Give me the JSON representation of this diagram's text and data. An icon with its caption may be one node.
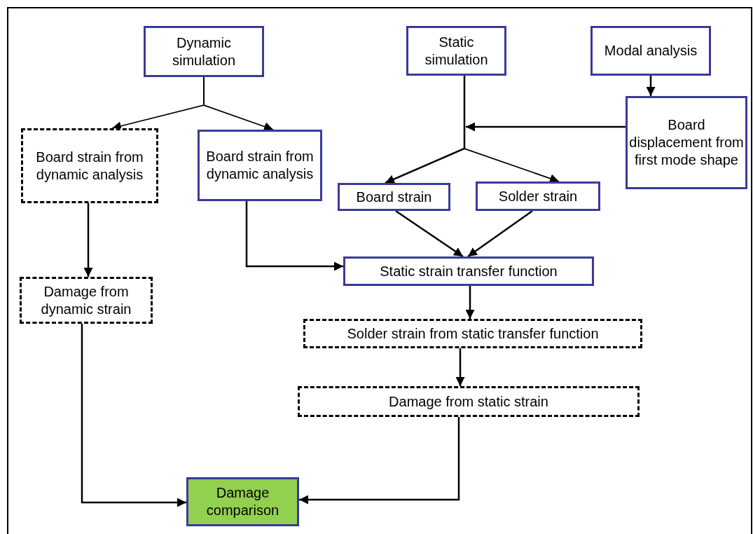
{
  "diagram": {
    "nodes": [
      {
        "text": [
          "Dynamic simulation"
        ]
      },
      {
        "text": [
          "Static simulation"
        ]
      },
      {
        "text": [
          "Modal analysis"
        ]
      },
      {
        "text": [
          "Board strain from dynamic analysis"
        ]
      },
      {
        "text": [
          "Board strain from dynamic analysis"
        ]
      },
      {
        "text": [
          "Board displacement from first mode shape"
        ]
      },
      {
        "text": [
          "Board strain"
        ]
      },
      {
        "text": [
          "Solder strain"
        ]
      },
      {
        "text": [
          "Damage from dynamic strain"
        ]
      },
      {
        "text": [
          "Static strain transfer function"
        ]
      },
      {
        "text": [
          "Solder strain from static transfer function"
        ]
      },
      {
        "text": [
          "Damage from static strain"
        ]
      },
      {
        "text": [
          "Damage comparison"
        ]
      }
    ],
    "edges": [
      {
        "from": 0,
        "to": 3,
        "arrow": "to"
      },
      {
        "from": 0,
        "to": 4,
        "arrow": "to"
      },
      {
        "from": 2,
        "to": 5,
        "arrow": "to"
      },
      {
        "from": 5,
        "to": null,
        "arrow": "to"
      },
      {
        "from": 1,
        "to": 6,
        "arrow": "to"
      },
      {
        "from": 1,
        "to": 7,
        "arrow": "to"
      },
      {
        "from": 6,
        "to": 9,
        "arrow": "to"
      },
      {
        "from": 7,
        "to": 9,
        "arrow": "to"
      },
      {
        "from": 4,
        "to": 9,
        "arrow": "to"
      },
      {
        "from": 3,
        "to": 8,
        "arrow": "to"
      },
      {
        "from": 9,
        "to": 10,
        "arrow": "to"
      },
      {
        "from": 10,
        "to": 11,
        "arrow": "to"
      },
      {
        "from": 8,
        "to": 12,
        "arrow": "to"
      },
      {
        "from": 11,
        "to": 12,
        "arrow": "to"
      }
    ]
  }
}
